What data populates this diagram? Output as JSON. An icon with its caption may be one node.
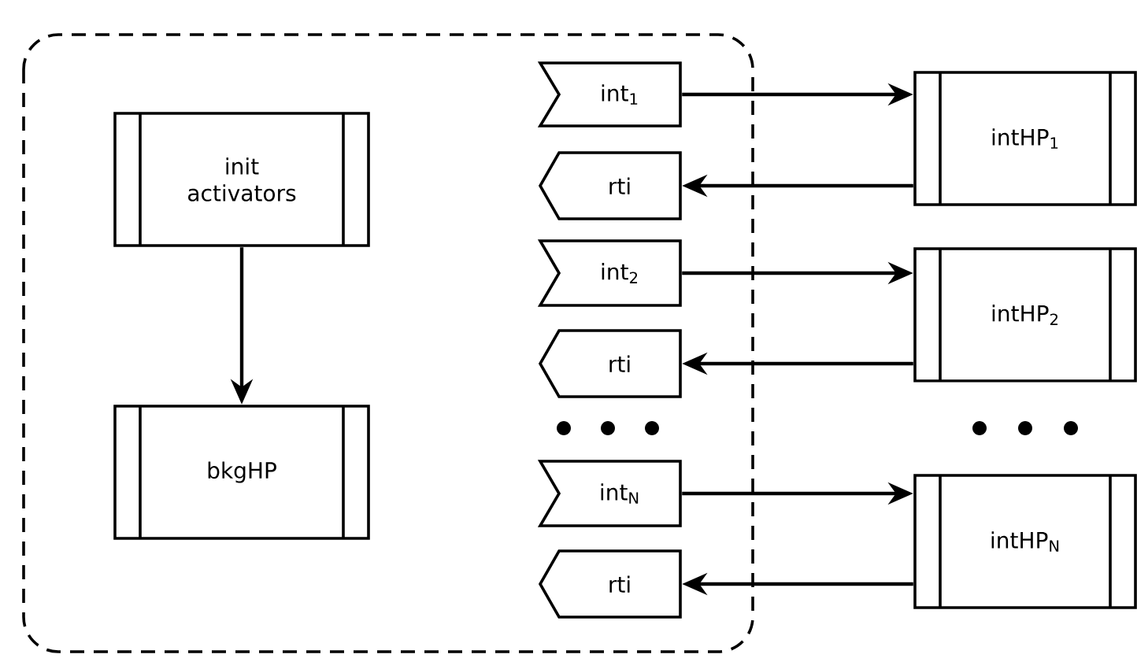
{
  "diagram": {
    "nodes": [
      {
        "text": [],
        "shape": "box"
      },
      {
        "text": [
          "init activators"
        ],
        "in": 0
      },
      {
        "text": [
          "bkgHP"
        ],
        "in": 0
      },
      {
        "text": [
          "int$_{1}$"
        ],
        "in": 0
      },
      {
        "text": [
          "rti"
        ],
        "in": 0
      },
      {
        "text": [
          "int$_{2}$"
        ],
        "in": 0
      },
      {
        "text": [
          "rti"
        ],
        "in": 0
      },
      {
        "text": [
          "int$_{N}$"
        ],
        "in": 0
      },
      {
        "text": [
          "rti"
        ],
        "in": 0
      },
      {
        "text": [
          "intHP$_{1}$"
        ]
      },
      {
        "text": [
          "intHP$_{2}$"
        ]
      },
      {
        "text": [
          "intHP$_{N}$"
        ]
      }
    ],
    "edges": [
      {
        "from": 1,
        "to": 2,
        "arrow": "to"
      },
      {
        "from": 3,
        "to": 9,
        "arrow": "to"
      },
      {
        "from": 9,
        "to": 4,
        "arrow": "to"
      },
      {
        "from": 5,
        "to": 10,
        "arrow": "to"
      },
      {
        "from": 10,
        "to": 6,
        "arrow": "to"
      },
      {
        "from": 7,
        "to": 11,
        "arrow": "to"
      },
      {
        "from": 11,
        "to": 8,
        "arrow": "to"
      }
    ]
  }
}
